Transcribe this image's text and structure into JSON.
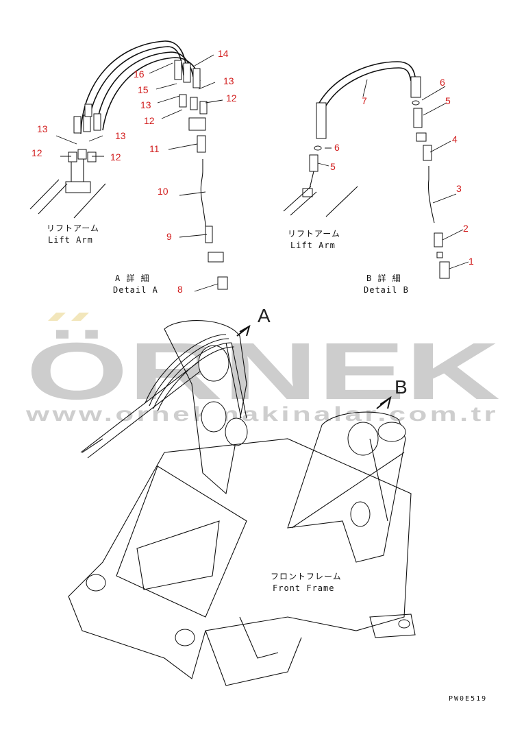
{
  "detail_a": {
    "title_jp": "A 詳 細",
    "title_en": "Detail A",
    "lift_arm_jp": "リフトアーム",
    "lift_arm_en": "Lift Arm",
    "callouts": [
      "16",
      "14",
      "13",
      "15",
      "13",
      "12",
      "12",
      "13",
      "13",
      "12",
      "12",
      "11",
      "10",
      "9",
      "8"
    ]
  },
  "detail_b": {
    "title_jp": "B 詳 細",
    "title_en": "Detail B",
    "lift_arm_jp": "リフトアーム",
    "lift_arm_en": "Lift Arm",
    "callouts": [
      "7",
      "6",
      "5",
      "6",
      "5",
      "4",
      "3",
      "2",
      "1"
    ]
  },
  "main_view": {
    "view_a": "A",
    "view_b": "B",
    "front_frame_jp": "フロントフレーム",
    "front_frame_en": "Front Frame"
  },
  "watermark": {
    "brand": "ÖRNEK",
    "url": "www.ornekmakinalar.com.tr"
  },
  "drawing_code": "PW0E519",
  "colors": {
    "callout": "#d21d1d",
    "watermark": "#bdbdbd",
    "watermark_accent": "#f1e3b4",
    "line": "#111111"
  }
}
